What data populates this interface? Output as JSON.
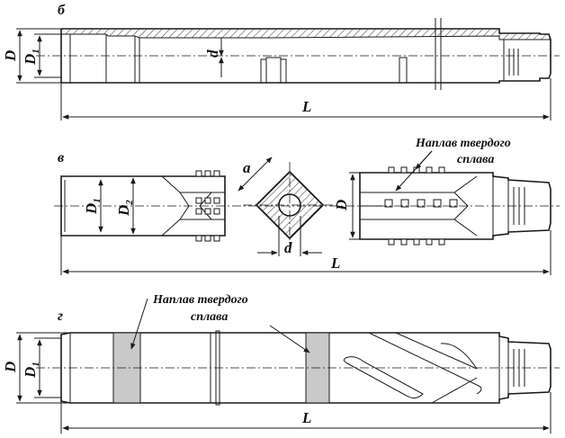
{
  "views": {
    "b": {
      "letter": "б",
      "labels": {
        "D": "D",
        "D1": "D",
        "D1_sub": "1",
        "d": "d",
        "L": "L"
      }
    },
    "v": {
      "letter": "в",
      "labels": {
        "D1": "D",
        "D1_sub": "1",
        "D2": "D",
        "D2_sub": "2",
        "a": "a",
        "D": "D",
        "d": "d",
        "L": "L"
      },
      "note_line1": "Наплав твердого",
      "note_line2": "сплава"
    },
    "g": {
      "letter": "г",
      "labels": {
        "D": "D",
        "D1": "D",
        "D1_sub": "1",
        "L": "L"
      },
      "note_line1": "Наплав твердого",
      "note_line2": "сплава"
    }
  },
  "colors": {
    "line": "#1a1a1a",
    "hardfacing": "#c9c9c9",
    "hatch": "#555555"
  }
}
